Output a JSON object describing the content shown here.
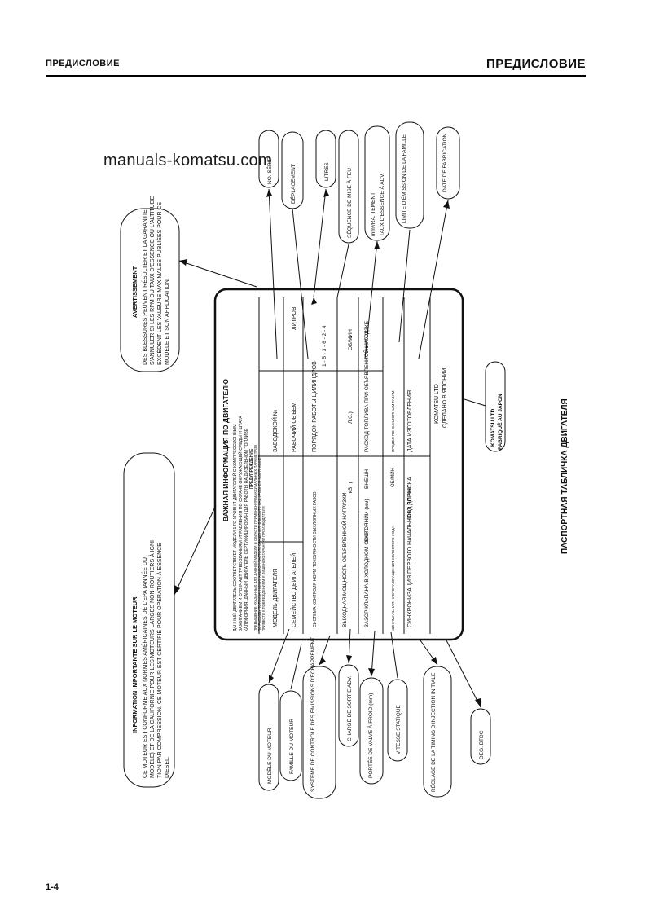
{
  "header": {
    "left": "ПРЕДИСЛОВИЕ",
    "right": "ПРЕДИСЛОВИЕ"
  },
  "watermark": "manuals-komatsu.com",
  "page_number": "1-4",
  "caption": "ПАСПОРТНАЯ ТАБЛИЧКА ДВИГАТЕЛЯ",
  "plate": {
    "title": "ВАЖНАЯ ИНФОРМАЦИЯ ПО ДВИГАТЕЛЮ",
    "intro": [
      "ДАННЫЙ ДВИГАТЕЛЬ СООТВЕТСТВУЕТ МОДЕЛИ 1 ГО УРОВНЯ ДВИГАТЕЛЕЙ С КОМПРЕССИОННЫМ",
      "ЗАЖИГАНИЕМ И ОТВЕЧАЕТ ТРЕБОВАНИЯМ УПРАВЛЕНИЯ ПО ОХРАНЕ ОКРУЖАЮЩЕЙ СРЕДЫ И ШТАТА",
      "КАЛИФОРНИЯ. ДАННЫЙ ДВИГАТЕЛЬ СЕРТИФИЦИРОВАН ДЛЯ РАБОТЫ НА ДИЗЕЛЬНОМ ТОПЛИВЕ"
    ],
    "warning_head": "ПРЕДУПРЕЖДЕНИЕ",
    "warning_lines": [
      "ПРЕВЫШЕНИЕ УКАЗАННЫХ ДЛЯ ДАННОЙ МОДЕЛИ И ОБЛАСТИ ПРИМЕНЕНИЯ МАКСИМАЛЬНЫХ ПАРАМЕТРОВ",
      "ПО РАСХОДУ ТОПЛИВА, НОМИНАЛЬНОЙ ЧАСТОТЕ ВРАЩЕНИЯ, В ВЫСОТЕ НАД УРОВНЕМ МОРЯ МОЖЕТ",
      "ПРИВЕСТИ К ПОВРЕЖДЕНИЯМ И ЛИШЕНИЮ ГАРАНТИИ ПРОИЗВОДИТЕЛЯ"
    ],
    "model": "МОДЕЛЬ ДВИГАТЕЛЯ",
    "serial": "ЗАВОДСКОЙ №",
    "family": "СЕМЕЙСТВО ДВИГАТЕЛЕЙ",
    "displacement": "РАБОЧИЙ ОБЪЕМ",
    "displacement_unit": "ЛИТРОВ",
    "emission_system": "СИСТЕМА КОНТРОЛЯ НОРМ ТОКСИЧНОСТИ ВЫХЛОПНЫХ ГАЗОВ",
    "firing_order": "ПОРЯДОК РАБОТЫ ЦИЛИНДРОВ",
    "firing_order_value": "1 - 5 - 3 - 6 - 2 - 4",
    "power": "ВЫХОДНАЯ МОЩНОСТЬ ОБЪЯВЛЕННОЙ НАГРУЗКИ",
    "power_unit_kw": "кВт (",
    "power_unit_hp": "Л.С.)",
    "power_unit_rpm": "ОБ/МИН",
    "valve": "ЗАЗОР КЛАПАНА В ХОЛОДНОМ СОСТОЯНИИ (мм)",
    "valve_in": "ВНУТ",
    "valve_ex": "ВНЕШН",
    "fuel": "РАСХОД ТОПЛИВА ПРИ ОБЪЯВЛЕННОЙ НАГРУЗКЕ",
    "fuel_unit": "мм³/ХОД",
    "idle": "МИНИМАЛЬНАЯ ЧАСТОТА ВРАЩЕНИЯ ХОЛОСТОГО ХОДА",
    "idle_unit": "ОБ/МИН",
    "emission_limit": "ПРЕДЕЛ ПО ВЫХЛОПНЫМ ГАЗАМ",
    "timing": "СИНХРОНИЗАЦИЯ ПЕРВОГО НАЧАЛЬНОГО ВПРЫСКА",
    "timing_unit": "ГРАД ДО ВМТ",
    "date": "ДАТА ИЗГОТОВЛЕНИЯ",
    "maker": "KOMATSU LTD",
    "made_in": "СДЕЛАНО В ЯПОНИИ"
  },
  "notes": {
    "info_title": "INFORMATION IMPORTANTE SUR LE MOTEUR",
    "info_lines": [
      "CE MOTEUR EST CONFORME AUX NORMES AMÉRICAINES DE L'EPA (ANNÉE DU",
      "MODÈLE) ET DE LA CALIFORNIE POUR LES MOTEURS LARGES NON-ROUTIERS À IGNI-",
      "TION PAR COMPRESSION.  CE MOTEUR EST CERTIFIÉ POUR OPERATION À ESSENCE",
      "DIESEL."
    ],
    "warn_title": "AVERTISSEMENT",
    "warn_lines": [
      "DES BLESSURES PEUVENT RÉSULTER ET LA GARANTIE",
      "S'ANNULER SI LES RPM DU TAUX D'ESSENCE OU L'ALTITUDE",
      "EXCÈDENT LES VALEURS MAXIMALES PUBLIÉES POUR CE",
      "MODÈLE ET SON APPLICATION."
    ]
  },
  "top_labels": [
    "NO. SÉRIE",
    "DÉPLACEMENT",
    "LITRES",
    "SÉQUENCE DE MISE À FEU",
    "mm³/RA. TEMENT",
    "TAUX D'ESSENCE À ADV.",
    "LIMITE D'ÉMISSION DE LA FAMILLE",
    "DATE DE FABRICATION"
  ],
  "bottom_labels": [
    "MODÈLE DU MOTEUR",
    "FAMILLE DU MOTEUR",
    "SYSTÈME DE CONTRÔLE DES ÉMISSIONS D'ÉCHAPPEMENT",
    "CHARGE DE SORTIE ADV.",
    "PORTÉE DE VALVE À FROID (mm)",
    "VITESSE STATIQUE",
    "RÉGLAGE DE LA TIMING D'INJECTION INITIALE",
    "DEG. BTDC"
  ],
  "maker_label": [
    "KOMATSU LTD",
    "FABRIQUÉ AU JAPON"
  ]
}
